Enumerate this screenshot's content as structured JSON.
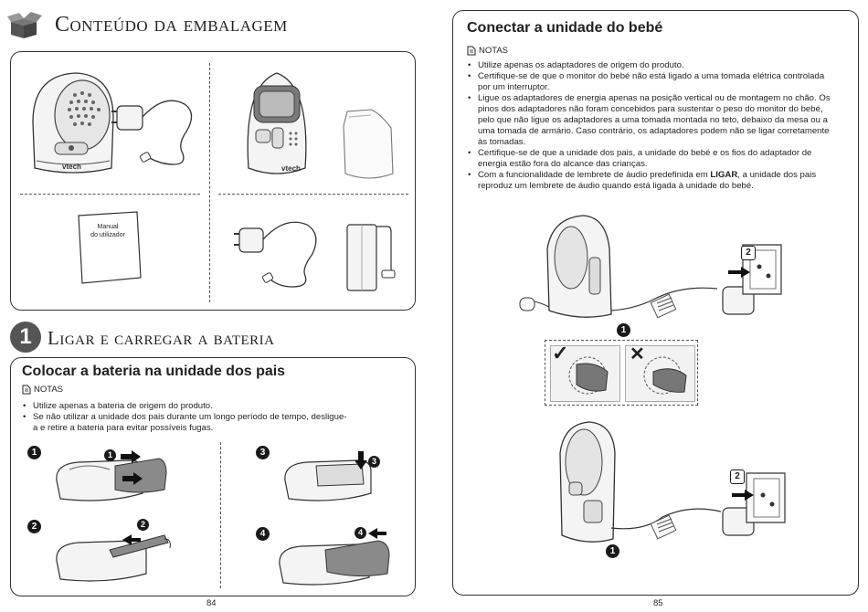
{
  "left_page": {
    "section_title": "Conteúdo da embalagem",
    "manual_label_line1": "Manual",
    "manual_label_line2": "do utilizador",
    "brand_logo": "vtech",
    "chapter_number": "1",
    "chapter_title": "Ligar e carregar a bateria",
    "subsection_title": "Colocar a bateria na unidade dos pais",
    "notes_label": "NOTAS",
    "notes": [
      "Utilize apenas a bateria de origem do produto.",
      "Se não utilizar a unidade dos pais durante um longo período de tempo, desligue-a e retire a bateria para evitar possíveis fugas."
    ],
    "steps": [
      "1",
      "2",
      "3",
      "4"
    ],
    "callouts": [
      "1",
      "2",
      "3",
      "4"
    ],
    "page_number": "84"
  },
  "right_page": {
    "subsection_title": "Conectar a unidade do bebé",
    "notes_label": "NOTAS",
    "notes": [
      "Utilize apenas os adaptadores de origem do produto.",
      "Certifique-se de que o monitor do bebé não está ligado a uma tomada elétrica controlada por um interruptor.",
      "Ligue os adaptadores de energia apenas na posição vertical ou de montagem no chão. Os pinos dos adaptadores não foram concebidos para sustentar o peso do monitor do bebé, pelo que não ligue os adaptadores a uma tomada montada no teto, debaixo da mesa ou a uma tomada de armário. Caso contrário, os adaptadores podem não se ligar corretamente às tomadas.",
      "Certifique-se de que a unidade dos pais, a unidade do bebé e os fios do adaptador de energia estão fora do alcance das crianças."
    ],
    "last_note_before": "Com a funcionalidade de lembrete de áudio predefinida em ",
    "last_note_bold": "LIGAR",
    "last_note_after": ", a unidade dos pais reproduz um lembrete de áudio quando está ligada à unidade do bebé.",
    "callouts": [
      "1",
      "2",
      "1",
      "2"
    ],
    "check_mark": "✓",
    "cross_mark": "✕",
    "page_number": "85"
  },
  "icons": [
    "box-icon",
    "notes-icon",
    "check-icon",
    "cross-icon",
    "arrow-icon"
  ]
}
